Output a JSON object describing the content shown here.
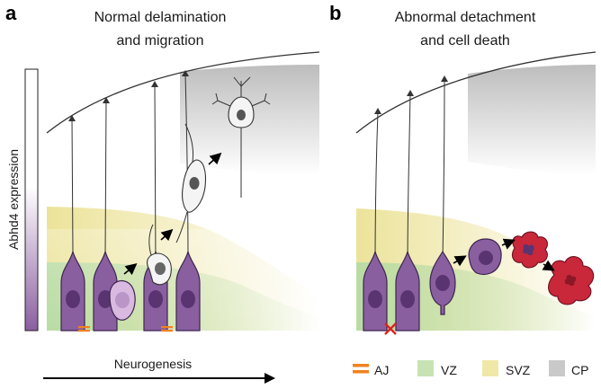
{
  "panel_a": {
    "letter": "a",
    "title_line1": "Normal delamination",
    "title_line2": "and migration"
  },
  "panel_b": {
    "letter": "b",
    "title_line1": "Abnormal detachment",
    "title_line2": "and cell death"
  },
  "gradient_bar": {
    "label": "Abhd4 expression"
  },
  "axis": {
    "label": "Neurogenesis"
  },
  "legend": [
    {
      "label": "AJ",
      "color": "#f0821e"
    },
    {
      "label": "VZ",
      "color": "#c7e3b4"
    },
    {
      "label": "SVZ",
      "color": "#efe8a8"
    },
    {
      "label": "CP",
      "color": "#c9c9c9"
    }
  ],
  "colors": {
    "progenitor": "#8a5fa0",
    "nucleus": "#5a3470",
    "dying_cell": "#c8283a"
  }
}
